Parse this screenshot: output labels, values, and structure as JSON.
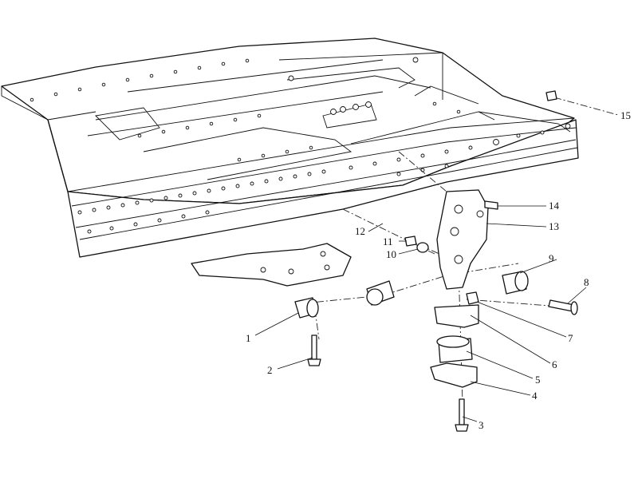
{
  "callouts": [
    {
      "number": "1"
    },
    {
      "number": "2"
    },
    {
      "number": "3"
    },
    {
      "number": "4"
    },
    {
      "number": "5"
    },
    {
      "number": "6"
    },
    {
      "number": "7"
    },
    {
      "number": "8"
    },
    {
      "number": "9"
    },
    {
      "number": "10"
    },
    {
      "number": "11"
    },
    {
      "number": "12"
    },
    {
      "number": "13"
    },
    {
      "number": "14"
    },
    {
      "number": "15"
    }
  ],
  "colors": {
    "line": "#111111",
    "background": "#ffffff"
  }
}
